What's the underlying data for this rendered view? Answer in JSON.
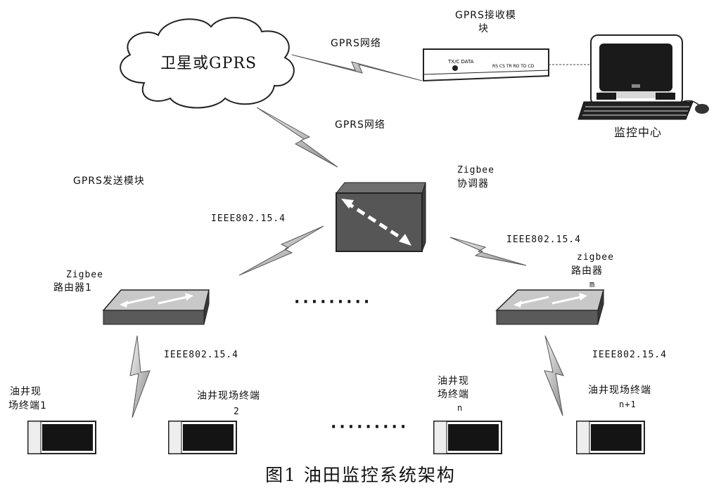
{
  "labels": {
    "cloud": "卫星或GPRS",
    "gprs_net_top": "GPRS网络",
    "gprs_rx_1": "GPRS接收模",
    "gprs_rx_2": "块",
    "monitor_center": "监控中心",
    "gprs_net_mid": "GPRS网络",
    "gprs_send": "GPRS发送模块",
    "coord_1": "Zigbee",
    "coord_2": "协调器",
    "ieee_left": "IEEE802.15.4",
    "ieee_right": "IEEE802.15.4",
    "router1_1": "Zigbee",
    "router1_2": "路由器1",
    "routerm_1": "zigbee",
    "routerm_2": "路由器",
    "routerm_3": "m",
    "ieee_bl": "IEEE802.15.4",
    "ieee_br": "IEEE802.15.4",
    "term1_1": "油井现",
    "term1_2": "场终端1",
    "term2_1": "油井现场终端",
    "term2_2": "2",
    "termn_1": "油井现",
    "termn_2": "场终端",
    "termn_3": "n",
    "termn1_1": "油井现场终端",
    "termn1_2": "n+1",
    "dots_mid": "·········",
    "dots_bottom": "·········",
    "modem_leds": "TX/C DATA",
    "modem_ports": "RS CS TR RD TD CD",
    "caption": "图1  油田监控系统架构"
  }
}
